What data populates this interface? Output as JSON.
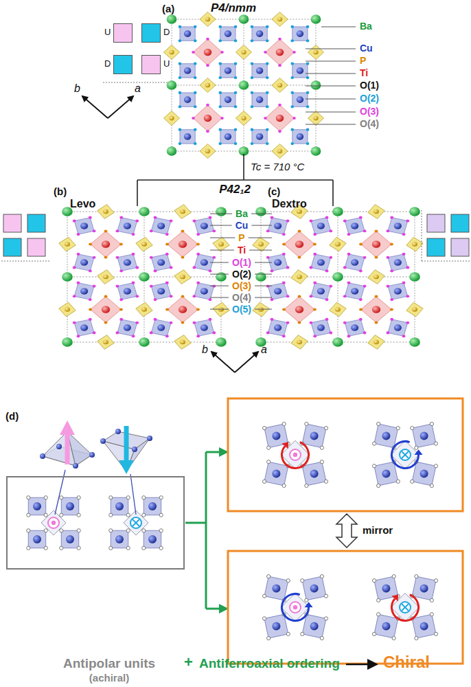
{
  "diagram": {
    "nodes": [
      {
        "text": [
          "U"
        ]
      },
      {
        "text": [
          "D"
        ]
      },
      {
        "text": [
          "D"
        ]
      },
      {
        "text": [
          "U"
        ]
      }
    ],
    "labels": [
      "(a)",
      "P4/nmm",
      "Ba",
      "Cu",
      "P",
      "Ti",
      "O(1)",
      "O(2)",
      "O(3)",
      "O(4)",
      "b",
      "a",
      "Tc = 710 °C",
      "P42₁2",
      "(b)",
      "Levo",
      "(c)",
      "Dextro",
      "Ba",
      "Cu",
      "P",
      "Ti",
      "O(1)",
      "O(2)",
      "O(3)",
      "O(4)",
      "O(5)",
      "b",
      "a",
      "(d)",
      "mirror",
      "Antipolar units",
      "(achiral)",
      "+",
      "Antiferroaxial ordering",
      "Chiral"
    ]
  }
}
